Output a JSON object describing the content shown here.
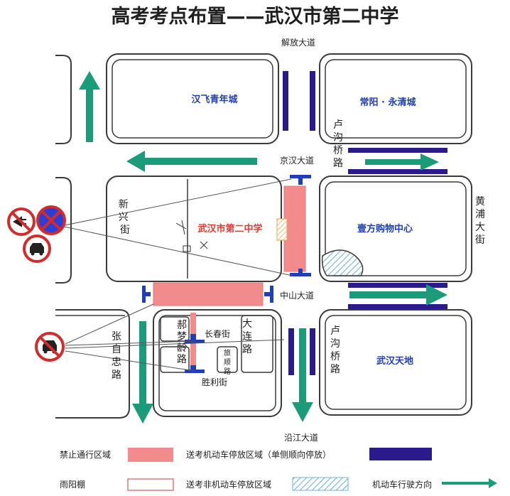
{
  "title": "高考考点布置——武汉市第二中学",
  "roads": {
    "jiefang": "解放大道",
    "jinghan": "京汉大道",
    "zhongshan": "中山大道",
    "yanjiang": "沿江大道",
    "xinxing": "新兴街",
    "huangpu": "黄浦大街",
    "lugou_north": "卢沟桥路",
    "lugou_south": "卢沟桥路",
    "zhangzizhong": "张自忠路",
    "chenglin": "郝梦龄路",
    "dalian": "大连路",
    "changchun": "长春街",
    "shengli": "胜利街",
    "lvshun": "旅顺路"
  },
  "places": {
    "hanfei": "汉飞青年城",
    "changyang": "常阳 · 永清城",
    "school": "武汉市第二中学",
    "mall": "壹方购物中心",
    "tiandi": "武汉天地"
  },
  "legend": {
    "no_pass": "禁止通行区域",
    "motor_parking": "送考机动车停放区域（单侧顺向停放）",
    "rain_shelter": "雨阳棚",
    "nonmotor_parking": "送考非机动车停放区域",
    "traffic_flow": "机动车行驶方向"
  },
  "colors": {
    "no_pass": "#f28b8b",
    "motor_parking": "#2a1a8c",
    "traffic_flow": "#1c9b7a",
    "nonmotor_parking": "#6ab0d8",
    "place_text": "#1f3fb8",
    "school_text": "#e43b2d"
  },
  "signs": {
    "left_top": [
      "no-horn-sign-icon",
      "no-parking-sign-icon",
      "no-motor-vehicles-sign-icon"
    ],
    "left_bottom": [
      "no-motor-vehicles-sign-icon"
    ]
  }
}
